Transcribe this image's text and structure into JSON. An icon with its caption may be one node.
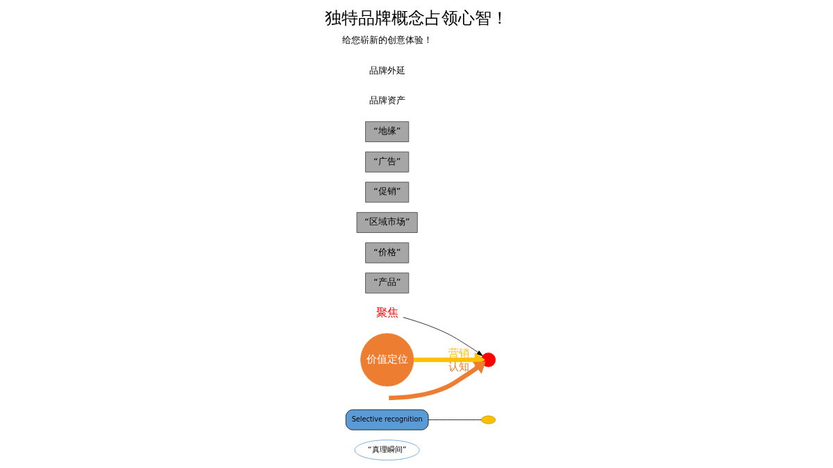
{
  "diagram": {
    "title": "独特品牌概念占领心智！",
    "nodes": [
      {
        "text": [
          "“真理瞬间”"
        ]
      },
      {
        "text": [
          "Selective recognition"
        ]
      },
      {
        "text": [],
        "shape": "ellipse"
      },
      {
        "text": [],
        "shape": "circle"
      },
      {
        "text": [
          "聚焦"
        ]
      },
      {
        "text": [
          "“产品”"
        ]
      },
      {
        "text": [
          "“价格”"
        ]
      },
      {
        "text": [
          "“区域市场”"
        ]
      },
      {
        "text": [
          "“促销”"
        ]
      },
      {
        "text": [
          "“广告”"
        ]
      },
      {
        "text": [
          "“地缘”"
        ]
      },
      {
        "text": [
          "价值定位"
        ]
      }
    ],
    "edges": [
      {
        "from": 1,
        "to": 2,
        "arrow": "none"
      },
      {
        "from": null,
        "to": 3,
        "arrow": "to",
        "label": "认知",
        "style": "thick",
        "color": "#ed7d31"
      },
      {
        "from": 11,
        "to": 3,
        "arrow": "to",
        "label": "营销",
        "style": "thick",
        "color": "#ffc000"
      },
      {
        "from": 4,
        "to": 3,
        "arrow": "to"
      }
    ],
    "labels": [
      "品牌资产",
      "品牌外延",
      "给您崭新的创意体验！"
    ]
  }
}
